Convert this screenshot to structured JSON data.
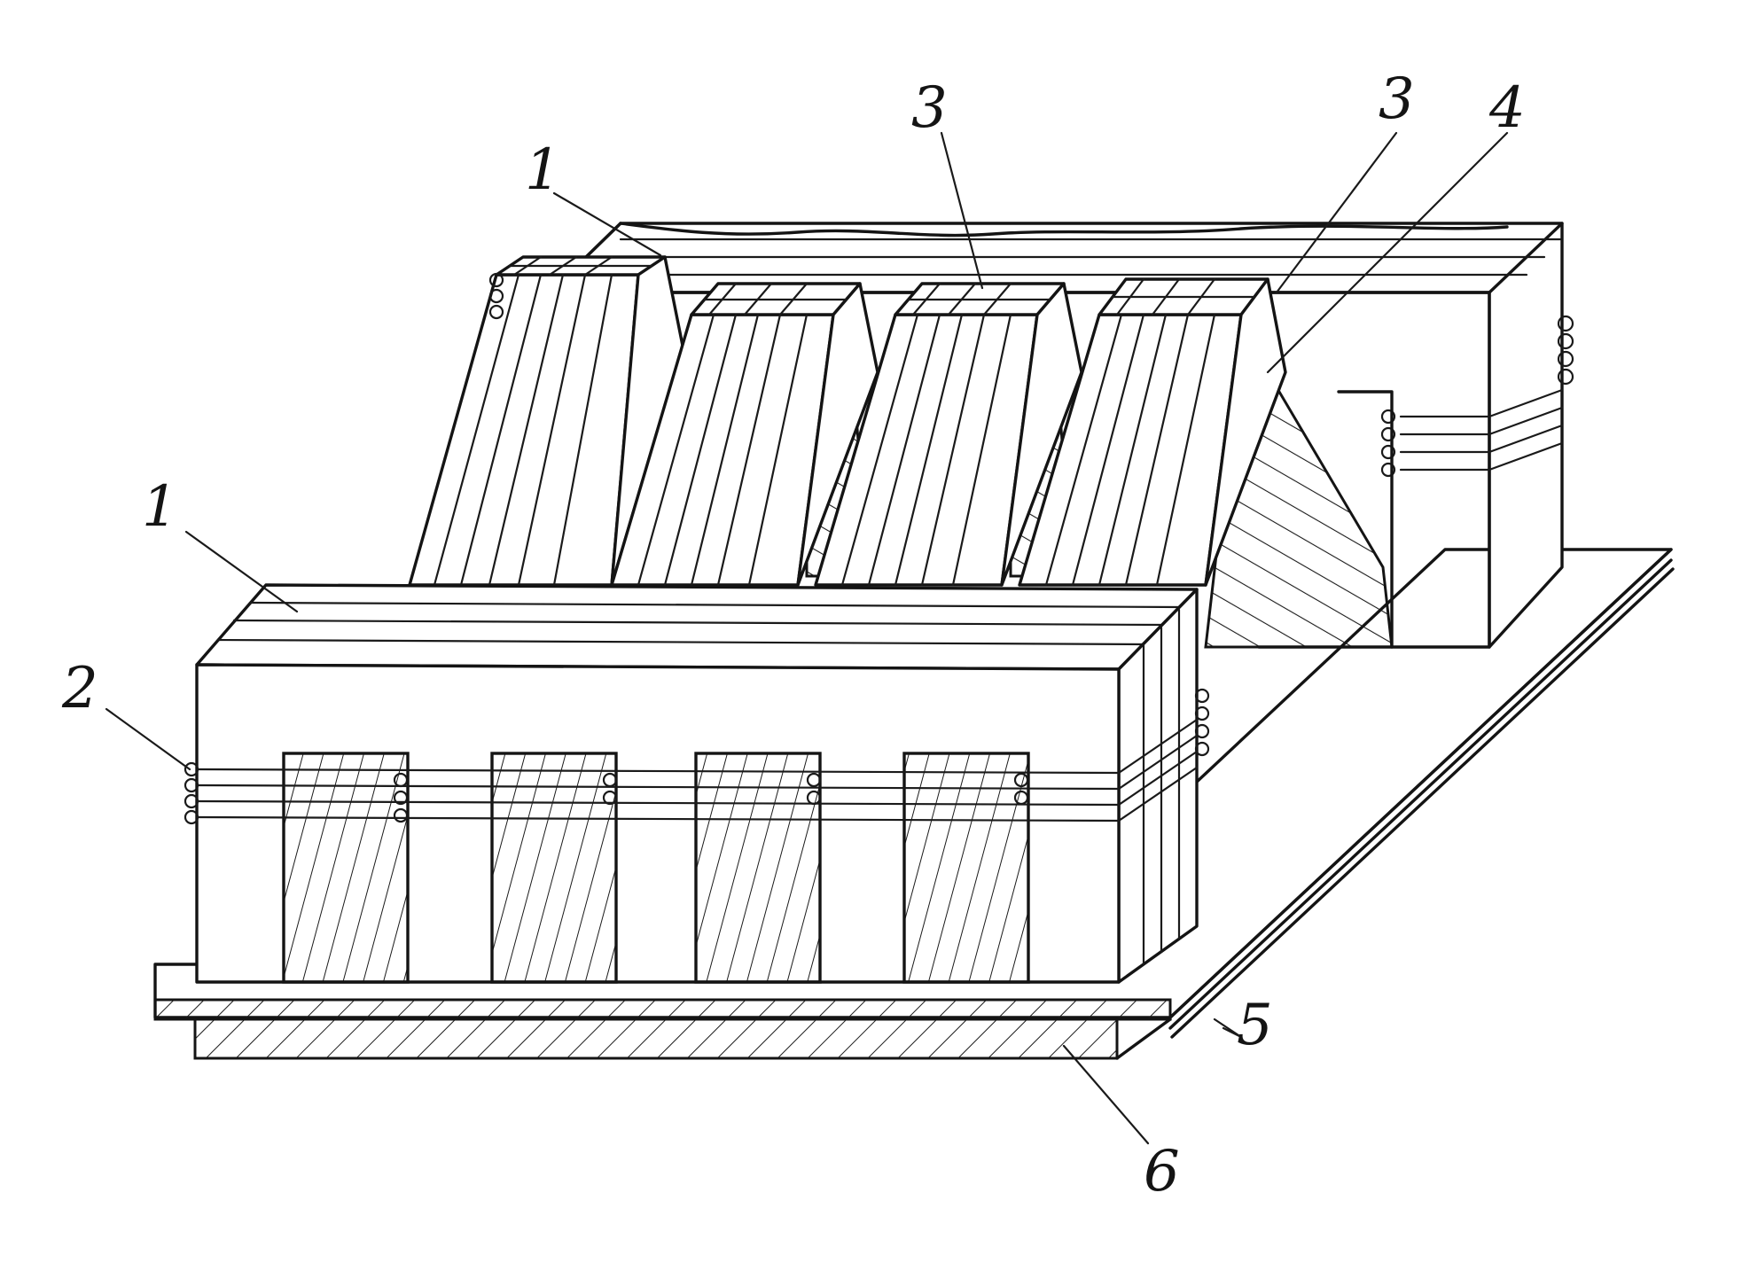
{
  "labels": {
    "yoke_rear": "1",
    "yoke_front": "1",
    "winding": "2",
    "column_a": "3",
    "column_b": "3",
    "spacer": "4",
    "plate_upper": "5",
    "plate_lower": "6"
  },
  "colors": {
    "ink": "#141414",
    "paper": "#ffffff"
  }
}
